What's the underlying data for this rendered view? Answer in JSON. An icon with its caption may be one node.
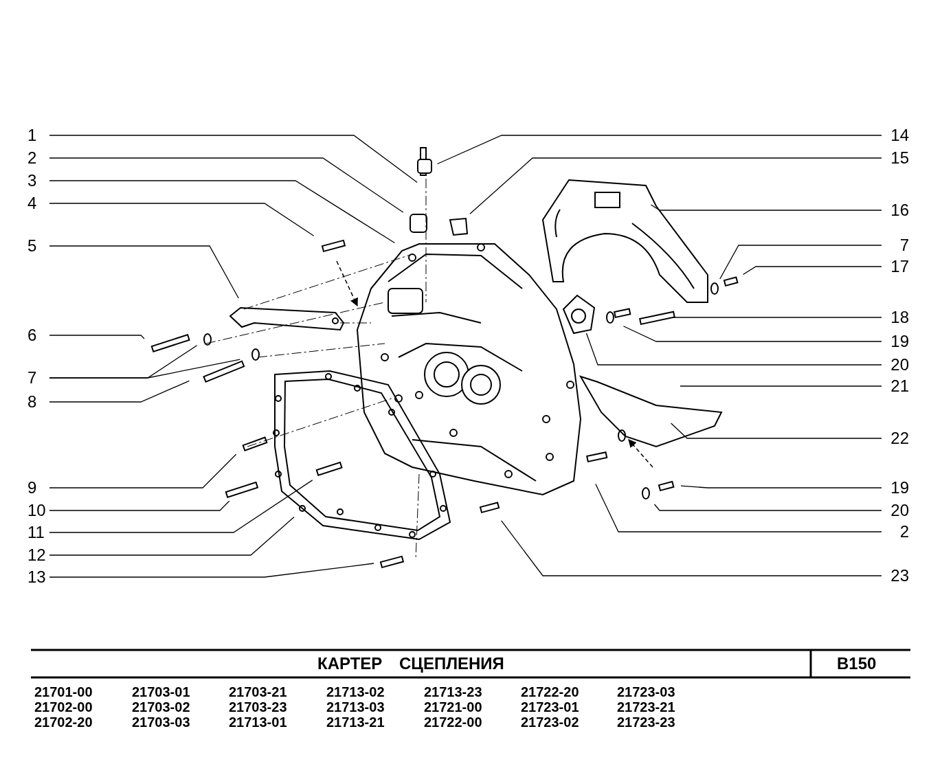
{
  "diagram": {
    "title": "КАРТЕР СЦЕПЛЕНИЯ",
    "nodes": [
      {
        "text": [
          "1"
        ]
      },
      {
        "text": [
          "2"
        ]
      },
      {
        "text": [
          "3"
        ]
      },
      {
        "text": [
          "4"
        ]
      },
      {
        "text": [
          "5"
        ]
      },
      {
        "text": [
          "6"
        ]
      },
      {
        "text": [
          "7"
        ]
      },
      {
        "text": [
          "8"
        ]
      },
      {
        "text": [
          "9"
        ]
      },
      {
        "text": [
          "10"
        ]
      },
      {
        "text": [
          "11"
        ]
      },
      {
        "text": [
          "12"
        ]
      },
      {
        "text": [
          "13"
        ]
      },
      {
        "text": [
          "14"
        ]
      },
      {
        "text": [
          "15"
        ]
      },
      {
        "text": [
          "16"
        ]
      },
      {
        "text": [
          "7"
        ]
      },
      {
        "text": [
          "17"
        ]
      },
      {
        "text": [
          "18"
        ]
      },
      {
        "text": [
          "19"
        ]
      },
      {
        "text": [
          "20"
        ]
      },
      {
        "text": [
          "21"
        ]
      },
      {
        "text": [
          "22"
        ]
      },
      {
        "text": [
          "19"
        ]
      },
      {
        "text": [
          "20"
        ]
      },
      {
        "text": [
          "2"
        ]
      },
      {
        "text": [
          "23"
        ]
      }
    ],
    "edges": [
      {
        "from": 0,
        "to": null,
        "arrow": "none"
      },
      {
        "from": 1,
        "to": null,
        "arrow": "none"
      },
      {
        "from": 2,
        "to": null,
        "arrow": "none"
      },
      {
        "from": 3,
        "to": null,
        "arrow": "none"
      },
      {
        "from": 4,
        "to": null,
        "arrow": "none"
      },
      {
        "from": 5,
        "to": null,
        "arrow": "none"
      },
      {
        "from": 6,
        "to": null,
        "arrow": "none"
      },
      {
        "from": 6,
        "to": null,
        "arrow": "none"
      },
      {
        "from": 7,
        "to": null,
        "arrow": "none"
      },
      {
        "from": 8,
        "to": null,
        "arrow": "none"
      },
      {
        "from": 9,
        "to": null,
        "arrow": "none"
      },
      {
        "from": 10,
        "to": null,
        "arrow": "none"
      },
      {
        "from": 11,
        "to": null,
        "arrow": "none"
      },
      {
        "from": 12,
        "to": null,
        "arrow": "none"
      },
      {
        "from": 13,
        "to": null,
        "arrow": "none"
      },
      {
        "from": 14,
        "to": null,
        "arrow": "none"
      },
      {
        "from": 15,
        "to": null,
        "arrow": "none"
      },
      {
        "from": 16,
        "to": null,
        "arrow": "none"
      },
      {
        "from": 17,
        "to": null,
        "arrow": "none"
      },
      {
        "from": 18,
        "to": null,
        "arrow": "none"
      },
      {
        "from": 19,
        "to": null,
        "arrow": "none"
      },
      {
        "from": 20,
        "to": null,
        "arrow": "none"
      },
      {
        "from": 21,
        "to": null,
        "arrow": "none"
      },
      {
        "from": 22,
        "to": null,
        "arrow": "none"
      },
      {
        "from": 23,
        "to": null,
        "arrow": "none"
      },
      {
        "from": 24,
        "to": null,
        "arrow": "none"
      },
      {
        "from": 25,
        "to": null,
        "arrow": "none"
      },
      {
        "from": 26,
        "to": null,
        "arrow": "none"
      }
    ],
    "labels": [
      "B150",
      "21701-00",
      "21703-01",
      "21703-21",
      "21713-02",
      "21713-23",
      "21722-20",
      "21723-03",
      "21702-00",
      "21703-02",
      "21703-23",
      "21713-03",
      "21721-00",
      "21723-01",
      "21723-21",
      "21702-20",
      "21703-03",
      "21713-01",
      "21713-21",
      "21722-00",
      "21723-02",
      "21723-23"
    ]
  }
}
